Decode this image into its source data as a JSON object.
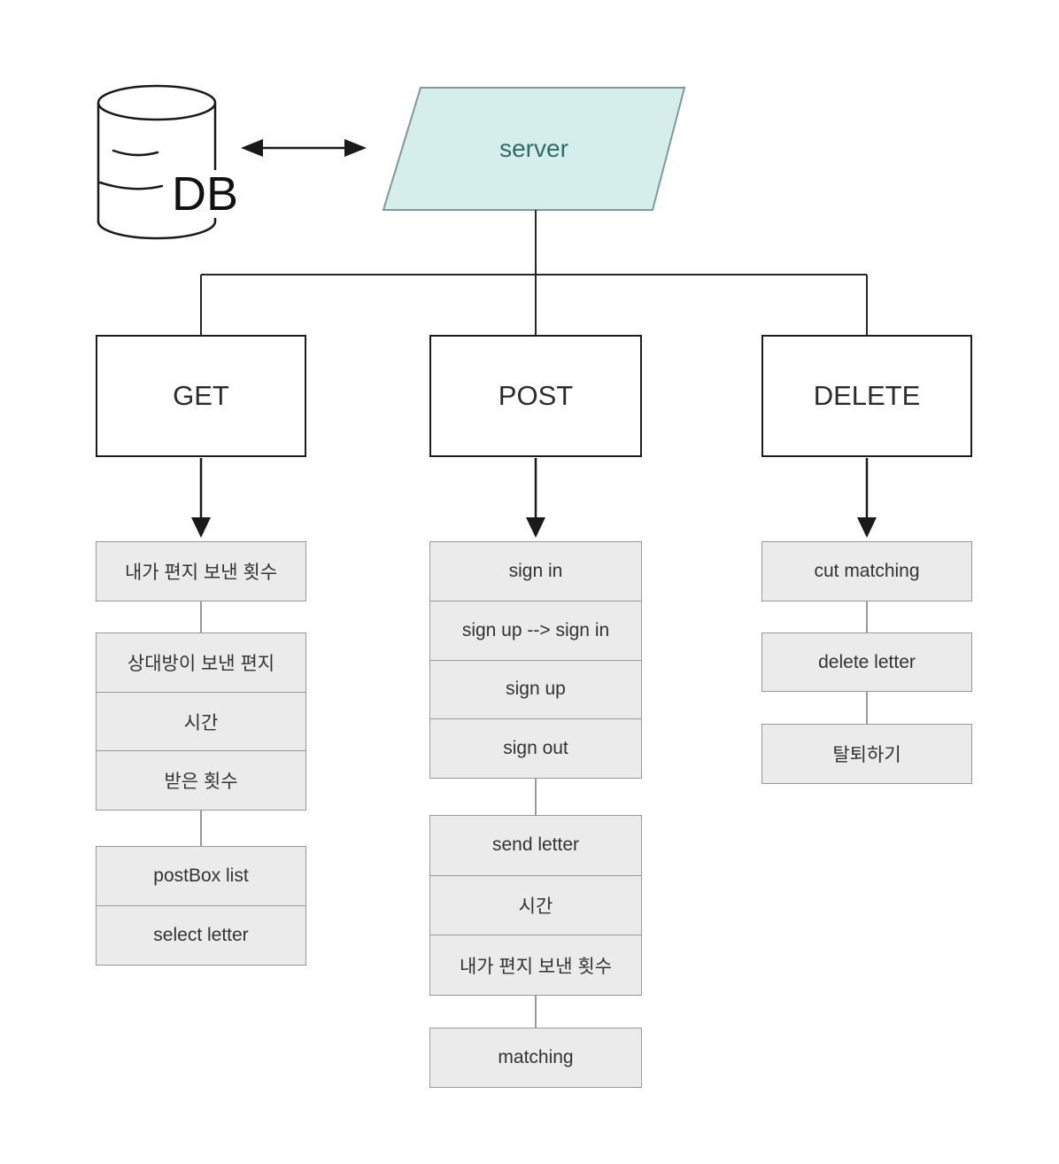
{
  "db": {
    "label": "DB"
  },
  "server": {
    "label": "server"
  },
  "colors": {
    "server_fill": "#d5eeeb",
    "server_border": "#7d9a97",
    "server_text": "#2f6e66",
    "list_fill": "#ebebeb",
    "list_border": "#999999",
    "connector": "#999999"
  },
  "columns": [
    {
      "method": "GET",
      "groups": [
        {
          "items": [
            "내가 편지 보낸 횟수"
          ]
        },
        {
          "items": [
            "상대방이 보낸 편지",
            "시간",
            "받은 횟수"
          ]
        },
        {
          "items": [
            "postBox list",
            "select letter"
          ]
        }
      ]
    },
    {
      "method": "POST",
      "groups": [
        {
          "items": [
            "sign in",
            "sign up --> sign in",
            "sign up",
            "sign out"
          ]
        },
        {
          "items": [
            "send letter",
            "시간",
            "내가 편지 보낸 횟수"
          ]
        },
        {
          "items": [
            "matching"
          ]
        }
      ]
    },
    {
      "method": "DELETE",
      "groups": [
        {
          "items": [
            "cut matching"
          ]
        },
        {
          "items": [
            "delete letter"
          ]
        },
        {
          "items": [
            "탈퇴하기"
          ]
        }
      ]
    }
  ]
}
